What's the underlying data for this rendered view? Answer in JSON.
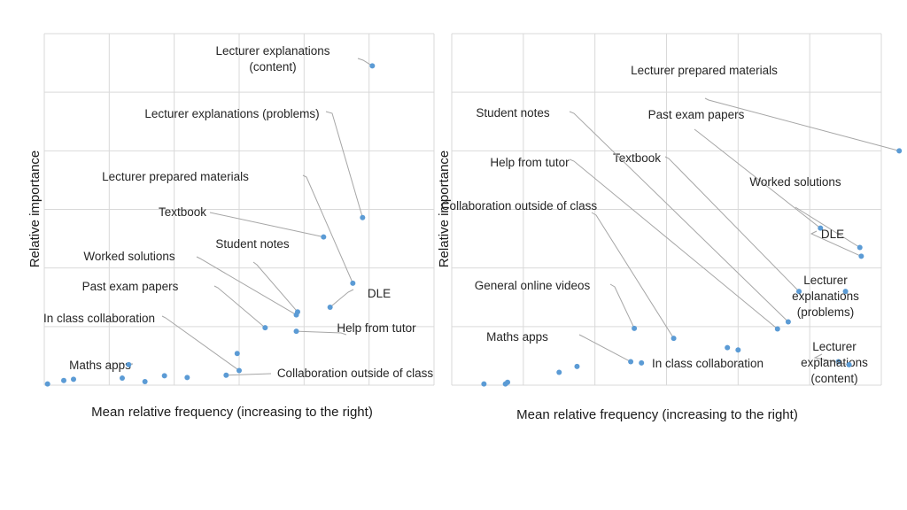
{
  "chart_data": [
    {
      "type": "scatter",
      "xlabel": "Mean relative frequency  (increasing to the right)",
      "ylabel": "Relative importance",
      "xlim": [
        0,
        6
      ],
      "ylim": [
        0,
        6
      ],
      "grid": true,
      "marker_color": "#5b9bd5",
      "leader_color": "#a6a6a6",
      "points": [
        {
          "x": 5.05,
          "y": 5.45,
          "label": "Lecturer explanations\n(content)"
        },
        {
          "x": 4.9,
          "y": 2.86,
          "label": "Lecturer explanations (problems)"
        },
        {
          "x": 4.75,
          "y": 1.74,
          "label": "Lecturer prepared materials"
        },
        {
          "x": 4.3,
          "y": 2.53,
          "label": "Textbook"
        },
        {
          "x": 3.9,
          "y": 1.25,
          "label": "Student notes"
        },
        {
          "x": 3.88,
          "y": 1.2,
          "label": "Worked solutions"
        },
        {
          "x": 3.4,
          "y": 0.98,
          "label": "Past exam papers"
        },
        {
          "x": 4.4,
          "y": 1.33,
          "label": "DLE"
        },
        {
          "x": 3.88,
          "y": 0.92,
          "label": "Help from tutor"
        },
        {
          "x": 3.0,
          "y": 0.25,
          "label": "In class collaboration"
        },
        {
          "x": 2.8,
          "y": 0.17,
          "label": "Collaboration outside of class"
        },
        {
          "x": 1.3,
          "y": 0.35,
          "label": "Maths apps"
        },
        {
          "x": 0.05,
          "y": 0.02,
          "label": ""
        },
        {
          "x": 0.3,
          "y": 0.08,
          "label": ""
        },
        {
          "x": 0.45,
          "y": 0.1,
          "label": ""
        },
        {
          "x": 1.2,
          "y": 0.12,
          "label": ""
        },
        {
          "x": 1.55,
          "y": 0.06,
          "label": ""
        },
        {
          "x": 1.85,
          "y": 0.16,
          "label": ""
        },
        {
          "x": 2.2,
          "y": 0.13,
          "label": ""
        },
        {
          "x": 2.97,
          "y": 0.54,
          "label": ""
        }
      ]
    },
    {
      "type": "scatter",
      "xlabel": "Mean relative frequency  (increasing to the right)",
      "ylabel": "Relative importance",
      "xlim": [
        0,
        6
      ],
      "ylim": [
        0,
        6
      ],
      "grid": true,
      "marker_color": "#5b9bd5",
      "leader_color": "#a6a6a6",
      "points": [
        {
          "x": 6.25,
          "y": 4.0,
          "label": "Lecturer prepared materials"
        },
        {
          "x": 5.15,
          "y": 2.68,
          "label": "Past exam papers"
        },
        {
          "x": 4.85,
          "y": 1.6,
          "label": "Textbook"
        },
        {
          "x": 5.7,
          "y": 2.35,
          "label": "Worked solutions"
        },
        {
          "x": 5.72,
          "y": 2.2,
          "label": "DLE"
        },
        {
          "x": 4.55,
          "y": 0.96,
          "label": "Help from tutor"
        },
        {
          "x": 4.7,
          "y": 1.08,
          "label": "Student notes"
        },
        {
          "x": 3.1,
          "y": 0.8,
          "label": "Collaboration outside of class"
        },
        {
          "x": 2.55,
          "y": 0.97,
          "label": "General online videos"
        },
        {
          "x": 2.5,
          "y": 0.4,
          "label": "Maths apps"
        },
        {
          "x": 5.4,
          "y": 0.4,
          "label": "In class collaboration"
        },
        {
          "x": 5.55,
          "y": 0.35,
          "label": "Lecturer\nexplanations\n(content)"
        },
        {
          "x": 5.5,
          "y": 1.6,
          "label": "Lecturer\nexplanations\n(problems)"
        },
        {
          "x": 0.45,
          "y": 0.02,
          "label": ""
        },
        {
          "x": 0.75,
          "y": 0.02,
          "label": ""
        },
        {
          "x": 0.78,
          "y": 0.05,
          "label": ""
        },
        {
          "x": 1.5,
          "y": 0.22,
          "label": ""
        },
        {
          "x": 1.75,
          "y": 0.32,
          "label": ""
        },
        {
          "x": 2.65,
          "y": 0.38,
          "label": ""
        },
        {
          "x": 3.85,
          "y": 0.64,
          "label": ""
        },
        {
          "x": 4.0,
          "y": 0.6,
          "label": ""
        }
      ]
    }
  ]
}
